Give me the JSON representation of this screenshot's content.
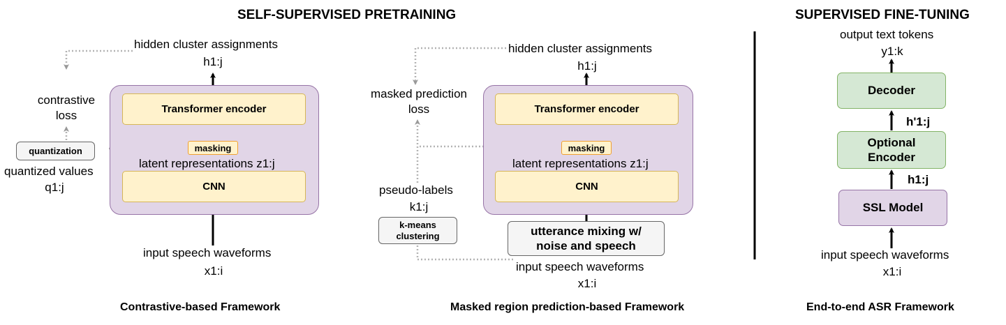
{
  "headers": {
    "pretraining": "SELF-SUPERVISED PRETRAINING",
    "finetuning": "SUPERVISED FINE-TUNING"
  },
  "contrastive": {
    "caption": "Contrastive-based Framework",
    "hidden_label": "hidden cluster assignments",
    "hidden_sym": "h1:j",
    "transformer": "Transformer encoder",
    "masking": "masking",
    "latent_label": "latent representations z1:j",
    "cnn": "CNN",
    "input_label": "input speech waveforms",
    "input_sym": "x1:i",
    "loss": "contrastive loss",
    "quantization": "quantization",
    "quantized_label": "quantized values",
    "quantized_sym": "q1:j"
  },
  "masked": {
    "caption": "Masked region prediction-based Framework",
    "hidden_label": "hidden cluster assignments",
    "hidden_sym": "h1:j",
    "transformer": "Transformer encoder",
    "masking": "masking",
    "latent_label": "latent representations z1:j",
    "cnn": "CNN",
    "mixing": "utterance mixing w/ noise and speech",
    "input_label": "input speech waveforms",
    "input_sym": "x1:i",
    "loss": "masked prediction loss",
    "pseudo_label": "pseudo-labels",
    "pseudo_sym": "k1:j",
    "kmeans": "k-means clustering"
  },
  "asr": {
    "caption": "End-to-end ASR Framework",
    "output_label": "output text tokens",
    "output_sym": "y1:k",
    "decoder": "Decoder",
    "hprime": "h'1:j",
    "optional_encoder": "Optional Encoder",
    "h": "h1:j",
    "ssl": "SSL Model",
    "input_label": "input speech waveforms",
    "input_sym": "x1:i"
  },
  "colors": {
    "purple_fill": "#e1d5e7",
    "purple_stroke": "#9673a6",
    "yellow_fill": "#fff2cc",
    "yellow_stroke": "#d6b656",
    "green_fill": "#d5e8d4",
    "green_stroke": "#82b366",
    "grey_fill": "#f5f5f5",
    "dotted": "#b3b3b3"
  }
}
